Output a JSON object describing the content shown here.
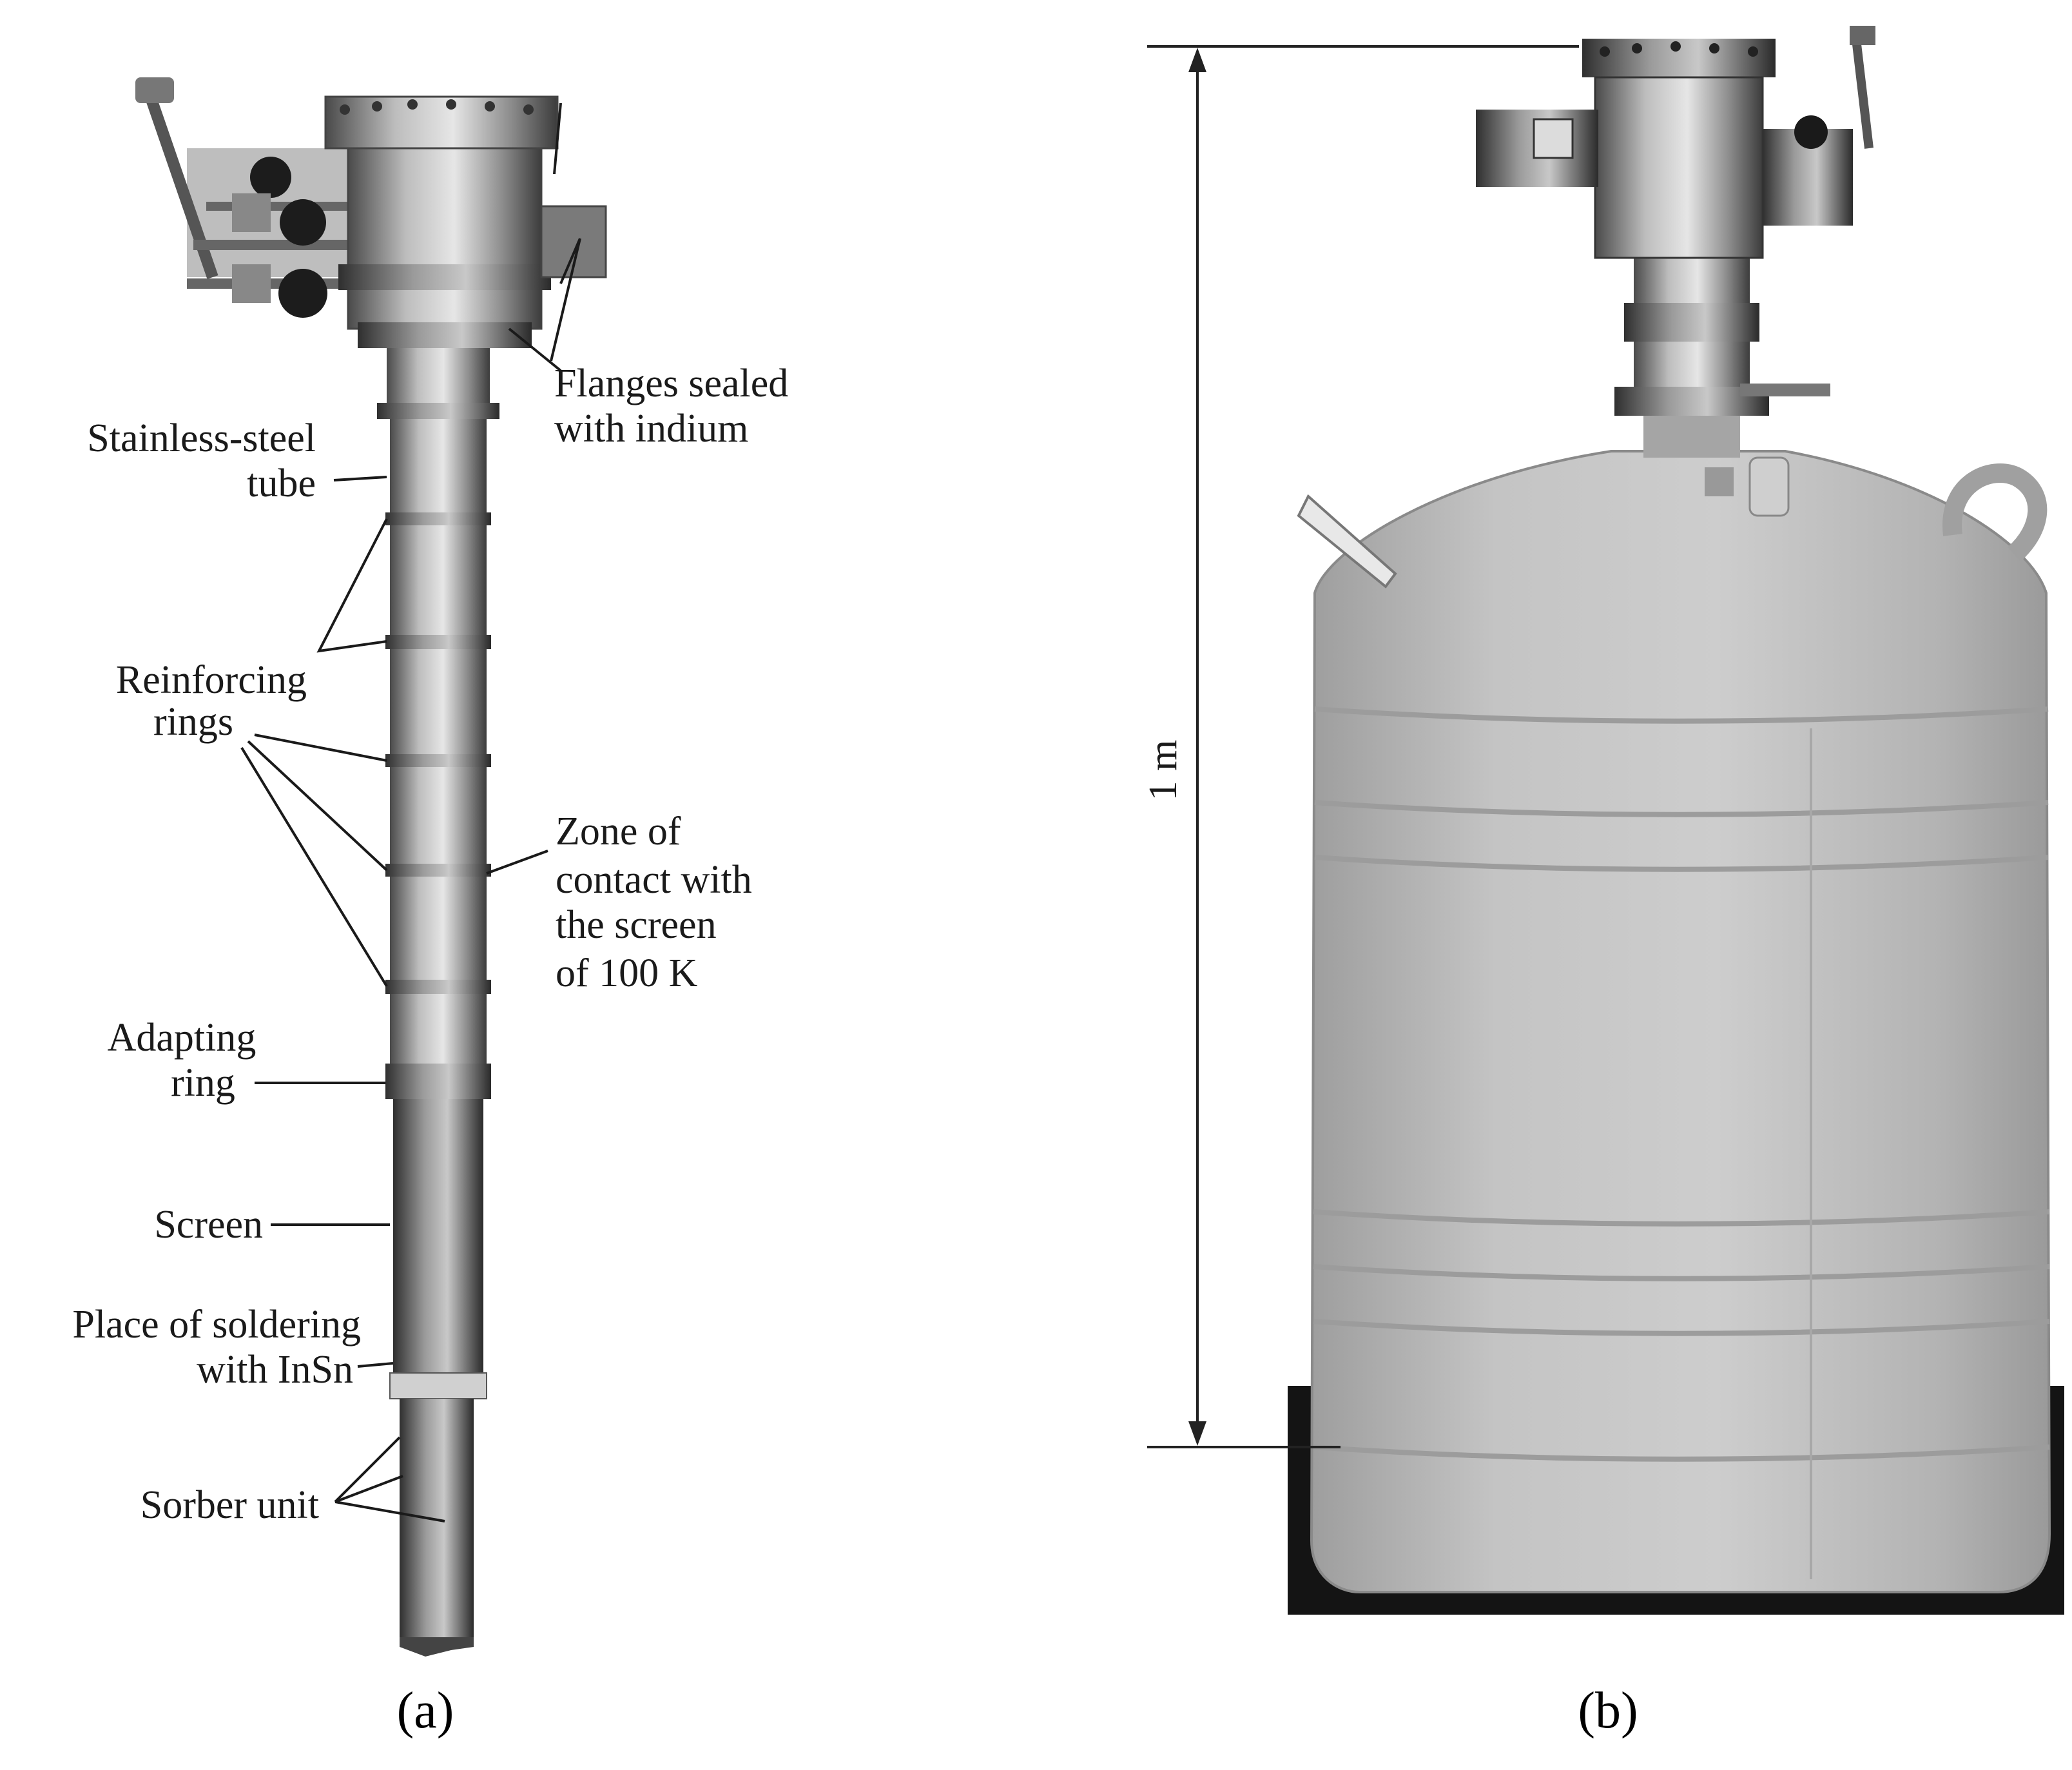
{
  "panel_a": {
    "caption": "(a)",
    "labels": {
      "flanges_line1": "Flanges sealed",
      "flanges_line2": "with indium",
      "tube_line1": "Stainless-steel",
      "tube_line2": "tube",
      "rings_line1": "Reinforcing",
      "rings_line2": "rings",
      "zone_line1": "Zone of",
      "zone_line2": "contact with",
      "zone_line3": "the screen",
      "zone_line4": "of 100 K",
      "adapting_line1": "Adapting",
      "adapting_line2": "ring",
      "screen": "Screen",
      "solder_line1": "Place of soldering",
      "solder_line2": "with InSn",
      "sorber": "Sorber unit"
    }
  },
  "panel_b": {
    "caption": "(b)",
    "scale_label": "1 m"
  },
  "colors": {
    "dewar_body": "#bdbdbd",
    "steel": "#8a8a8a",
    "stand": "#141414"
  }
}
